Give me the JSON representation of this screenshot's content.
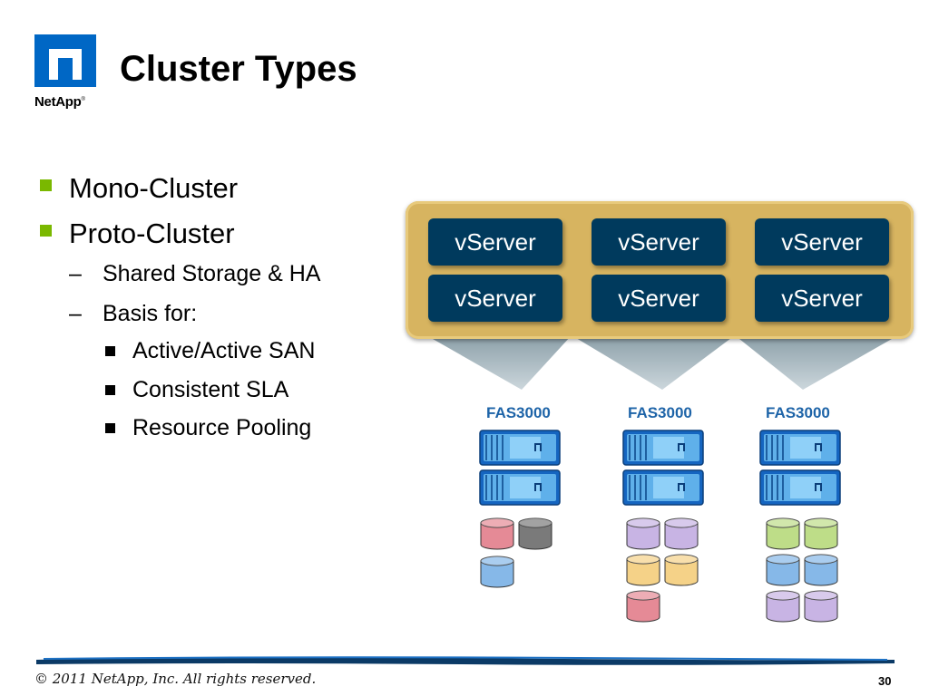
{
  "logo": {
    "text": "NetApp",
    "mark": "®"
  },
  "title": "Cluster Types",
  "bullets": [
    {
      "label": "Mono-Cluster"
    },
    {
      "label": "Proto-Cluster",
      "children": [
        {
          "label": "Shared Storage & HA"
        },
        {
          "label": "Basis for:",
          "children": [
            {
              "label": "Active/Active SAN"
            },
            {
              "label": "Consistent SLA"
            },
            {
              "label": "Resource Pooling"
            }
          ]
        }
      ]
    }
  ],
  "dash": "–",
  "vservers": [
    "vServer",
    "vServer",
    "vServer",
    "vServer",
    "vServer",
    "vServer"
  ],
  "storage_systems": [
    {
      "label": "FAS3000",
      "disks": [
        [
          "pink",
          "gray"
        ],
        [
          "blue"
        ]
      ]
    },
    {
      "label": "FAS3000",
      "disks": [
        [
          "purple",
          "purple"
        ],
        [
          "yellow",
          "yellow"
        ],
        [
          "pink"
        ]
      ]
    },
    {
      "label": "FAS3000",
      "disks": [
        [
          "green",
          "green"
        ],
        [
          "blue",
          "blue"
        ],
        [
          "purple",
          "purple"
        ]
      ]
    }
  ],
  "colors": {
    "netapp_blue": "#0067c5",
    "bullet_green": "#7ab800",
    "vserver_navy": "#003a5d",
    "panel_gold": "#d7b460",
    "fas_label": "#1e64a8"
  },
  "footer": {
    "copyright": "© 2011 NetApp, Inc. All rights reserved.",
    "page": "30"
  }
}
